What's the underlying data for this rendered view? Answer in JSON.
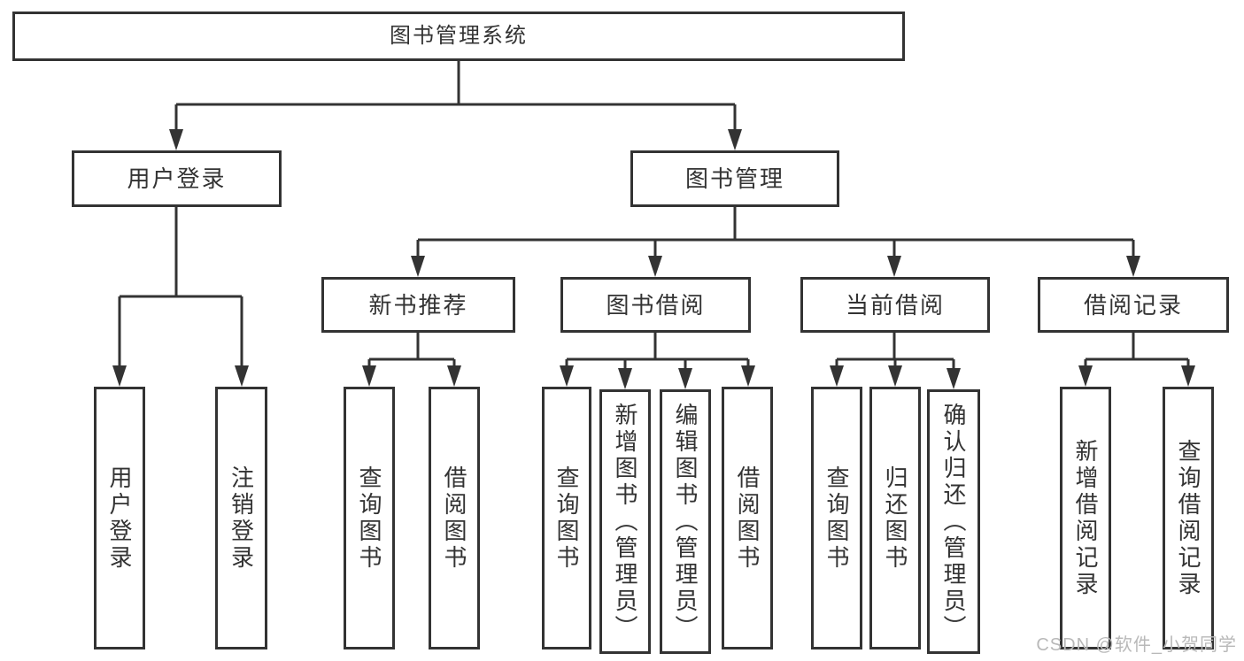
{
  "colors": {
    "line": "#333333",
    "border": "#333333",
    "text": "#333333",
    "background": "#ffffff",
    "watermark": "#b9b9b9"
  },
  "watermark": {
    "text": "CSDN @软件_小贺同学"
  },
  "nodes": {
    "root": {
      "label": "图书管理系统"
    },
    "user-login": {
      "label": "用户登录"
    },
    "book-mgmt": {
      "label": "图书管理"
    },
    "new-book-rec": {
      "label": "新书推荐"
    },
    "book-borrow": {
      "label": "图书借阅"
    },
    "current-borrow": {
      "label": "当前借阅"
    },
    "borrow-records": {
      "label": "借阅记录"
    },
    "leaf-user-login": {
      "label": "用户登录"
    },
    "leaf-logout": {
      "label": "注销登录"
    },
    "leaf-query-book-1": {
      "label": "查询图书"
    },
    "leaf-borrow-book-1": {
      "label": "借阅图书"
    },
    "leaf-query-book-2": {
      "label": "查询图书"
    },
    "leaf-add-book": {
      "label": "新增图书（管理员）"
    },
    "leaf-edit-book": {
      "label": "编辑图书（管理员）"
    },
    "leaf-borrow-book-2": {
      "label": "借阅图书"
    },
    "leaf-query-book-3": {
      "label": "查询图书"
    },
    "leaf-return-book": {
      "label": "归还图书"
    },
    "leaf-confirm-return": {
      "label": "确认归还（管理员）"
    },
    "leaf-add-record": {
      "label": "新增借阅记录"
    },
    "leaf-query-record": {
      "label": "查询借阅记录"
    }
  },
  "edges": [
    {
      "from": "root",
      "to": "user-login"
    },
    {
      "from": "root",
      "to": "book-mgmt"
    },
    {
      "from": "user-login",
      "to": "leaf-user-login"
    },
    {
      "from": "user-login",
      "to": "leaf-logout"
    },
    {
      "from": "book-mgmt",
      "to": "new-book-rec"
    },
    {
      "from": "book-mgmt",
      "to": "book-borrow"
    },
    {
      "from": "book-mgmt",
      "to": "current-borrow"
    },
    {
      "from": "book-mgmt",
      "to": "borrow-records"
    },
    {
      "from": "new-book-rec",
      "to": "leaf-query-book-1"
    },
    {
      "from": "new-book-rec",
      "to": "leaf-borrow-book-1"
    },
    {
      "from": "book-borrow",
      "to": "leaf-query-book-2"
    },
    {
      "from": "book-borrow",
      "to": "leaf-add-book"
    },
    {
      "from": "book-borrow",
      "to": "leaf-edit-book"
    },
    {
      "from": "book-borrow",
      "to": "leaf-borrow-book-2"
    },
    {
      "from": "current-borrow",
      "to": "leaf-query-book-3"
    },
    {
      "from": "current-borrow",
      "to": "leaf-return-book"
    },
    {
      "from": "current-borrow",
      "to": "leaf-confirm-return"
    },
    {
      "from": "borrow-records",
      "to": "leaf-add-record"
    },
    {
      "from": "borrow-records",
      "to": "leaf-query-record"
    }
  ]
}
